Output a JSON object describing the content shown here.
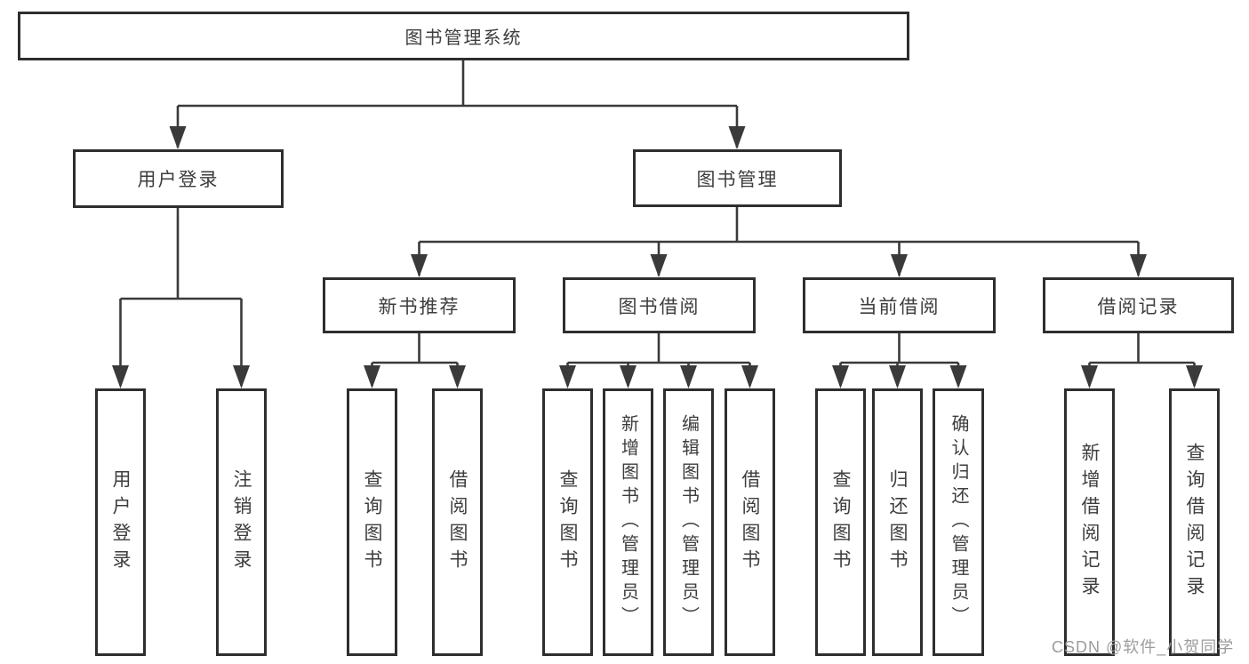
{
  "colors": {
    "line": "#3a3a3a",
    "box_border": "#2e2e2e",
    "text": "#3d3d3d",
    "watermark": "#9c9c9c",
    "background": "#ffffff"
  },
  "tree": {
    "root": "图书管理系统",
    "children": [
      {
        "label": "用户登录",
        "children": [
          {
            "label": "用户登录"
          },
          {
            "label": "注销登录"
          }
        ]
      },
      {
        "label": "图书管理",
        "children": [
          {
            "label": "新书推荐",
            "children": [
              {
                "label": "查询图书"
              },
              {
                "label": "借阅图书"
              }
            ]
          },
          {
            "label": "图书借阅",
            "children": [
              {
                "label": "查询图书"
              },
              {
                "label": "新增图书（管理员）"
              },
              {
                "label": "编辑图书（管理员）"
              },
              {
                "label": "借阅图书"
              }
            ]
          },
          {
            "label": "当前借阅",
            "children": [
              {
                "label": "查询图书"
              },
              {
                "label": "归还图书"
              },
              {
                "label": "确认归还（管理员）"
              }
            ]
          },
          {
            "label": "借阅记录",
            "children": [
              {
                "label": "新增借阅记录"
              },
              {
                "label": "查询借阅记录"
              }
            ]
          }
        ]
      }
    ]
  },
  "watermark": {
    "text": "CSDN @软件_小贺同学"
  }
}
